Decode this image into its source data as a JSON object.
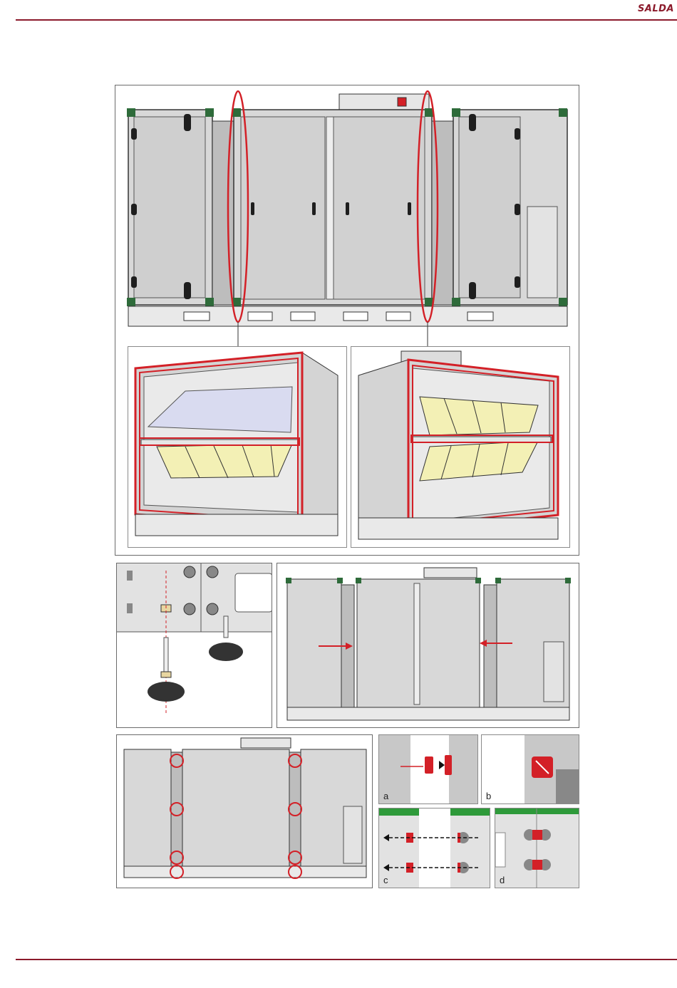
{
  "header": {
    "brand": "SALDA",
    "accent_color": "#8b1a2b"
  },
  "figures": {
    "overview": {
      "description_icon": "ahu-sections-overview"
    },
    "detail_left": {
      "icon": "section-frame-highlight-icon"
    },
    "detail_right": {
      "icon": "section-frame-highlight-icon"
    },
    "foot_mount": {
      "icon": "adjustable-foot-icon"
    },
    "join_sections": {
      "icon": "push-sections-together-icon"
    },
    "connection_points": {
      "icon": "connection-points-icon"
    },
    "steps": [
      {
        "label": "a"
      },
      {
        "label": "b"
      },
      {
        "label": "c"
      },
      {
        "label": "d"
      }
    ]
  },
  "colors": {
    "highlight": "#d32027",
    "frame_green": "#2e6b3a",
    "panel_grey": "#d9d9d9",
    "filter_yellow": "#f3f0b5"
  }
}
